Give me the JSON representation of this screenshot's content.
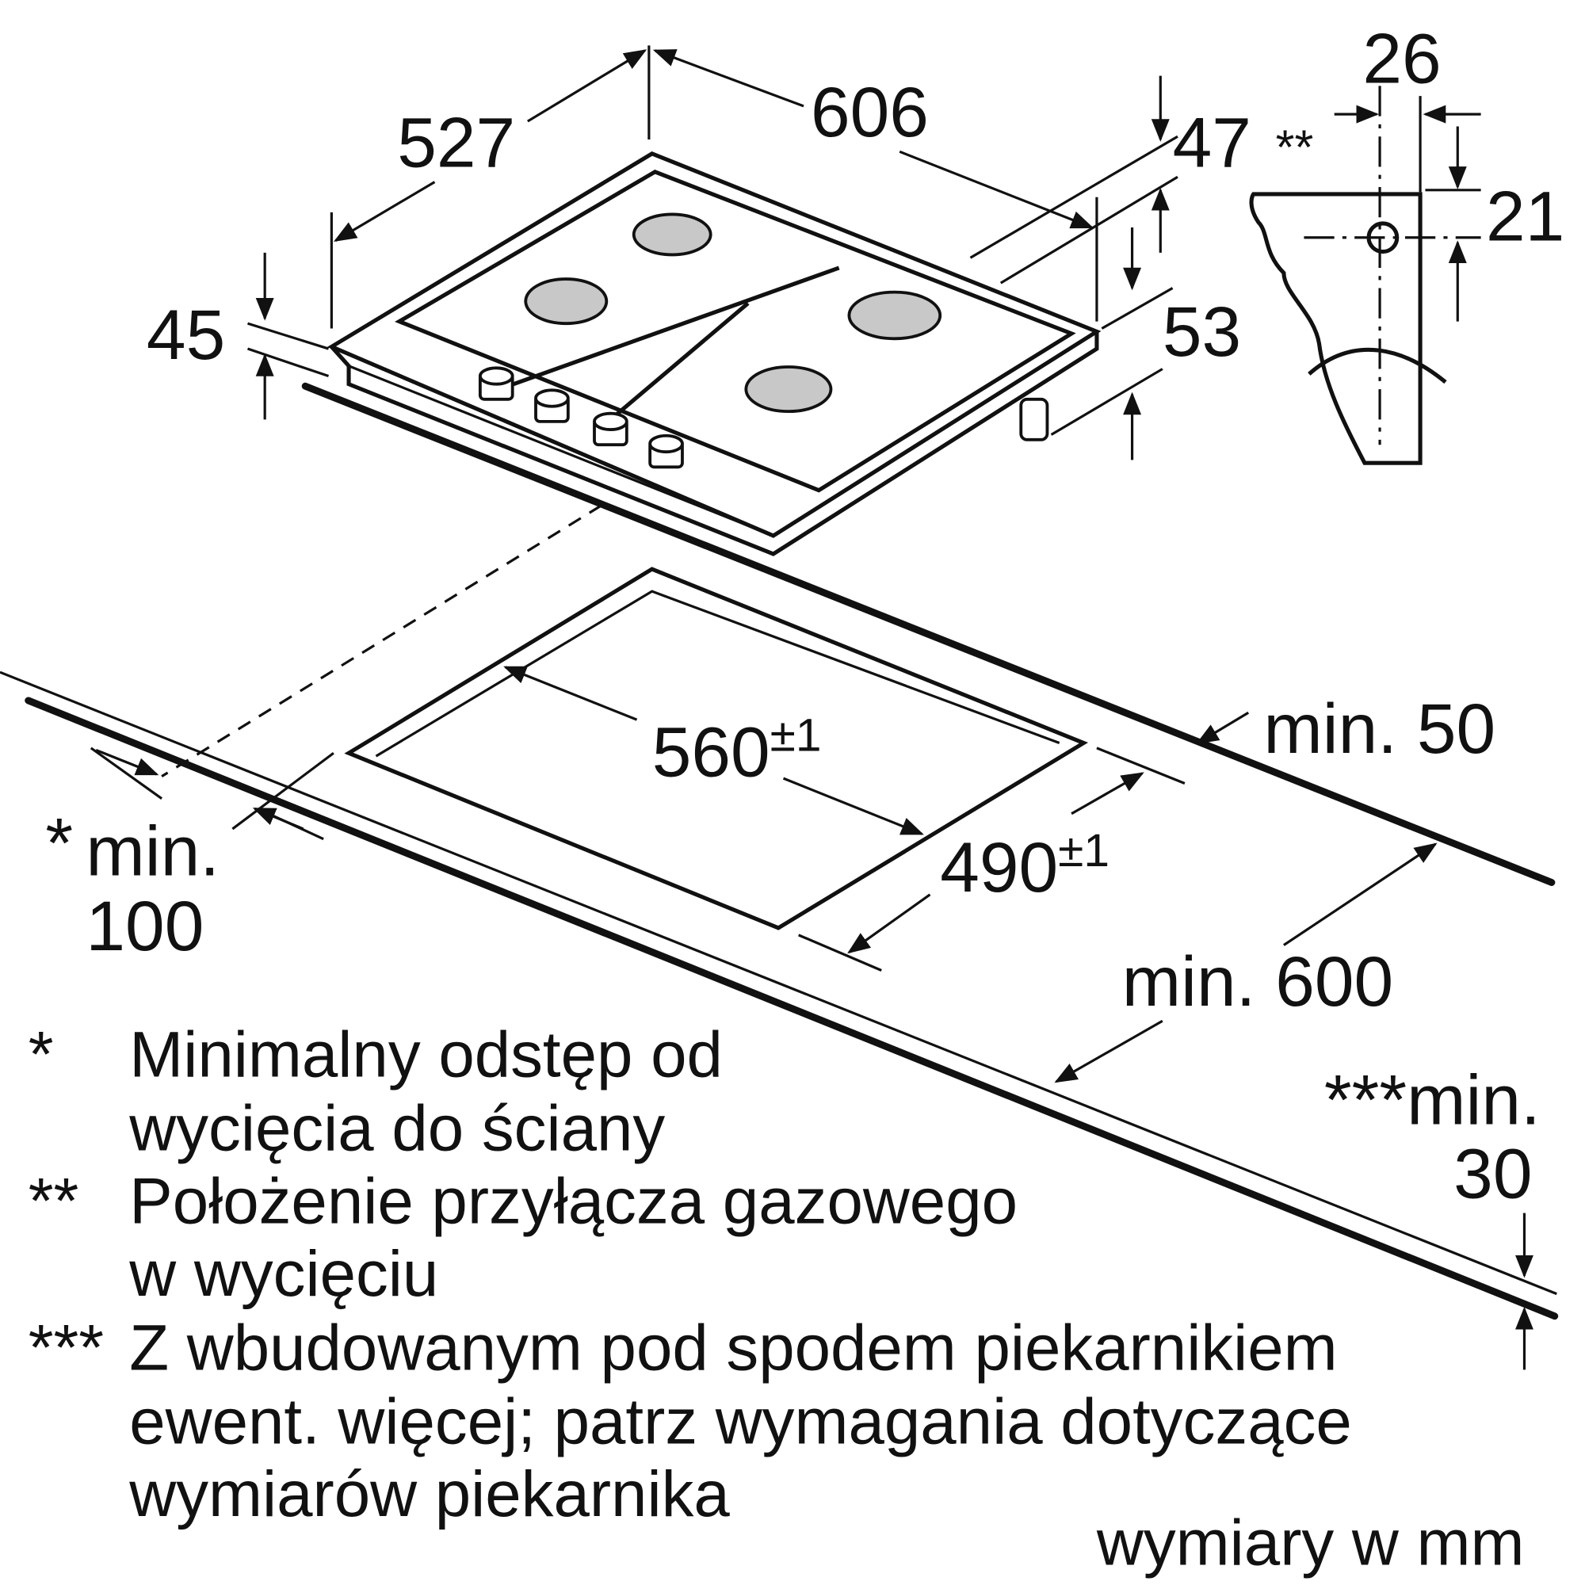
{
  "dimensions": {
    "depth": "527",
    "width": "606",
    "bracket_width": "26",
    "gas_offset": "47",
    "gas_marker": "**",
    "bracket_height": "21",
    "height_front": "45",
    "height_rear": "53",
    "cutout_width": "560",
    "cutout_width_tol": "±1",
    "cutout_depth": "490",
    "cutout_depth_tol": "±1",
    "min_rear": "min. 50",
    "min_side_marker": "*",
    "min_side_label": "min.",
    "min_side_value": "100",
    "min_counter_depth": "min. 600",
    "min_bottom_label": "***min.",
    "min_bottom_value": "30"
  },
  "legend": [
    {
      "marker": "*",
      "lines": [
        "Minimalny odstęp od",
        "wycięcia do ściany"
      ]
    },
    {
      "marker": "**",
      "lines": [
        "Położenie przyłącza gazowego",
        "w wycięciu"
      ]
    },
    {
      "marker": "***",
      "lines": [
        "Z wbudowanym pod spodem piekarnikiem",
        "ewent. więcej; patrz wymagania dotyczące",
        "wymiarów piekarnika"
      ]
    }
  ],
  "units_note": "wymiary w mm"
}
